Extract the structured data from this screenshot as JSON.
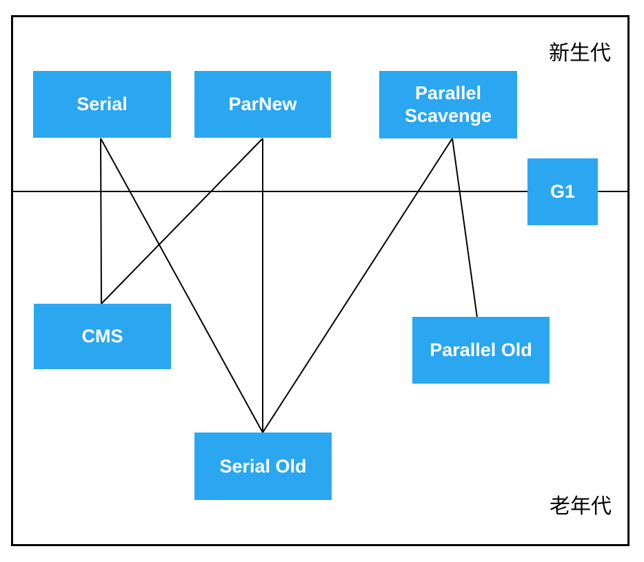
{
  "diagram": {
    "young_generation_label": "新生代",
    "old_generation_label": "老年代",
    "nodes": [
      {
        "id": "serial",
        "label": "Serial"
      },
      {
        "id": "parnew",
        "label": "ParNew"
      },
      {
        "id": "parallel-scavenge",
        "label": "Parallel Scavenge"
      },
      {
        "id": "g1",
        "label": "G1"
      },
      {
        "id": "cms",
        "label": "CMS"
      },
      {
        "id": "parallel-old",
        "label": "Parallel Old"
      },
      {
        "id": "serial-old",
        "label": "Serial Old"
      }
    ],
    "edges": [
      {
        "from": "serial",
        "to": "cms"
      },
      {
        "from": "serial",
        "to": "serial-old"
      },
      {
        "from": "parnew",
        "to": "cms"
      },
      {
        "from": "parnew",
        "to": "serial-old"
      },
      {
        "from": "parallel-scavenge",
        "to": "serial-old"
      },
      {
        "from": "parallel-scavenge",
        "to": "parallel-old"
      }
    ],
    "colors": {
      "node_fill": "#2AA7F0",
      "node_text": "#FFFFFF",
      "line": "#000000"
    }
  }
}
